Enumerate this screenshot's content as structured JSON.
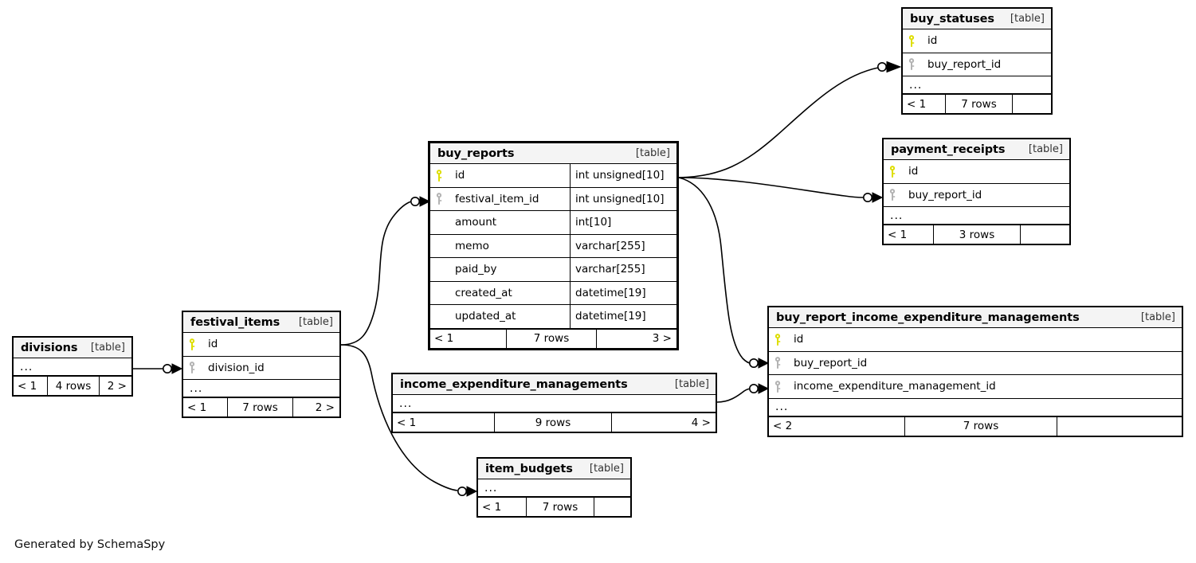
{
  "diagram": {
    "generator_credit": "Generated by SchemaSpy",
    "table_tag": "[table]",
    "ellipsis": "...",
    "pk_icon": "primary-key-icon",
    "fk_icon": "foreign-key-icon",
    "pk_color": "#dede00",
    "fk_color": "#b3b3b3",
    "header_bg": "#f4f4f4",
    "border_color": "#000000",
    "edge_color": "#000000"
  },
  "tables": {
    "buy_reports": {
      "name": "buy_reports",
      "tag": "[table]",
      "columns": [
        {
          "key": "pk",
          "name": "id",
          "type": "int unsigned[10]"
        },
        {
          "key": "fk",
          "name": "festival_item_id",
          "type": "int unsigned[10]"
        },
        {
          "key": "none",
          "name": "amount",
          "type": "int[10]"
        },
        {
          "key": "none",
          "name": "memo",
          "type": "varchar[255]"
        },
        {
          "key": "none",
          "name": "paid_by",
          "type": "varchar[255]"
        },
        {
          "key": "none",
          "name": "created_at",
          "type": "datetime[19]"
        },
        {
          "key": "none",
          "name": "updated_at",
          "type": "datetime[19]"
        }
      ],
      "has_ellipsis": false,
      "footer": {
        "left": "< 1",
        "middle": "7 rows",
        "right": "3 >"
      }
    },
    "buy_statuses": {
      "name": "buy_statuses",
      "tag": "[table]",
      "columns": [
        {
          "key": "pk",
          "name": "id",
          "type": ""
        },
        {
          "key": "fk",
          "name": "buy_report_id",
          "type": ""
        }
      ],
      "has_ellipsis": true,
      "footer": {
        "left": "< 1",
        "middle": "7 rows",
        "right": ""
      }
    },
    "payment_receipts": {
      "name": "payment_receipts",
      "tag": "[table]",
      "columns": [
        {
          "key": "pk",
          "name": "id",
          "type": ""
        },
        {
          "key": "fk",
          "name": "buy_report_id",
          "type": ""
        }
      ],
      "has_ellipsis": true,
      "footer": {
        "left": "< 1",
        "middle": "3 rows",
        "right": ""
      }
    },
    "buy_report_income_expenditure_managements": {
      "name": "buy_report_income_expenditure_managements",
      "tag": "[table]",
      "columns": [
        {
          "key": "pk",
          "name": "id",
          "type": ""
        },
        {
          "key": "fk",
          "name": "buy_report_id",
          "type": ""
        },
        {
          "key": "fk",
          "name": "income_expenditure_management_id",
          "type": ""
        }
      ],
      "has_ellipsis": true,
      "footer": {
        "left": "< 2",
        "middle": "7 rows",
        "right": ""
      }
    },
    "income_expenditure_managements": {
      "name": "income_expenditure_managements",
      "tag": "[table]",
      "columns": [],
      "has_ellipsis": true,
      "footer": {
        "left": "< 1",
        "middle": "9 rows",
        "right": "4 >"
      }
    },
    "festival_items": {
      "name": "festival_items",
      "tag": "[table]",
      "columns": [
        {
          "key": "pk",
          "name": "id",
          "type": ""
        },
        {
          "key": "fk",
          "name": "division_id",
          "type": ""
        }
      ],
      "has_ellipsis": true,
      "footer": {
        "left": "< 1",
        "middle": "7 rows",
        "right": "2 >"
      }
    },
    "divisions": {
      "name": "divisions",
      "tag": "[table]",
      "columns": [],
      "has_ellipsis": true,
      "footer": {
        "left": "< 1",
        "middle": "4 rows",
        "right": "2 >"
      }
    },
    "item_budgets": {
      "name": "item_budgets",
      "tag": "[table]",
      "columns": [],
      "has_ellipsis": true,
      "footer": {
        "left": "< 1",
        "middle": "7 rows",
        "right": ""
      }
    }
  },
  "relationships": [
    {
      "from": "buy_reports.id",
      "to": "buy_statuses.buy_report_id"
    },
    {
      "from": "buy_reports.id",
      "to": "payment_receipts.buy_report_id"
    },
    {
      "from": "buy_reports.id",
      "to": "buy_report_income_expenditure_managements.buy_report_id"
    },
    {
      "from": "income_expenditure_managements",
      "to": "buy_report_income_expenditure_managements.income_expenditure_management_id"
    },
    {
      "from": "festival_items.id",
      "to": "buy_reports.festival_item_id"
    },
    {
      "from": "festival_items.id",
      "to": "item_budgets"
    },
    {
      "from": "divisions",
      "to": "festival_items.division_id"
    }
  ]
}
